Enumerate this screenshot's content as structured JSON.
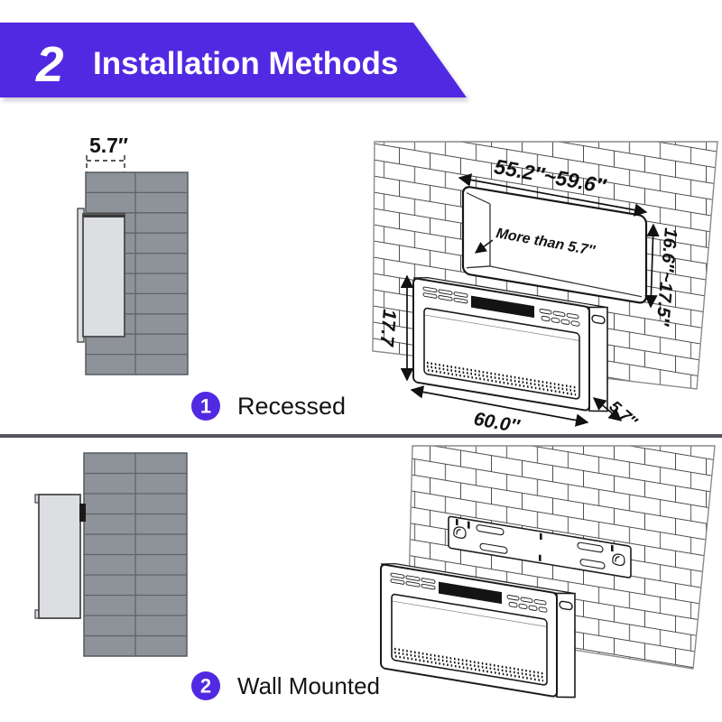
{
  "header": {
    "step_number": "2",
    "title": "Installation Methods"
  },
  "colors": {
    "accent": "#5229E2",
    "wall_fill": "#8E939A",
    "wall_line": "#5E6369",
    "unit_fill": "#DCDEE1",
    "unit_stroke": "#4A4A4A",
    "ink": "#1A1A1A",
    "divider": "#54545A"
  },
  "sections": {
    "recessed": {
      "badge": "1",
      "label": "Recessed",
      "dims": {
        "wall_depth": "5.7″",
        "opening_width": "55.2″~59.6″",
        "depth_note": "More than 5.7″",
        "opening_height": "16.6″~17.5″",
        "unit_height": "17.7",
        "unit_width": "60.0″",
        "unit_depth": "5.7″"
      }
    },
    "wall_mounted": {
      "badge": "2",
      "label": "Wall Mounted"
    }
  }
}
